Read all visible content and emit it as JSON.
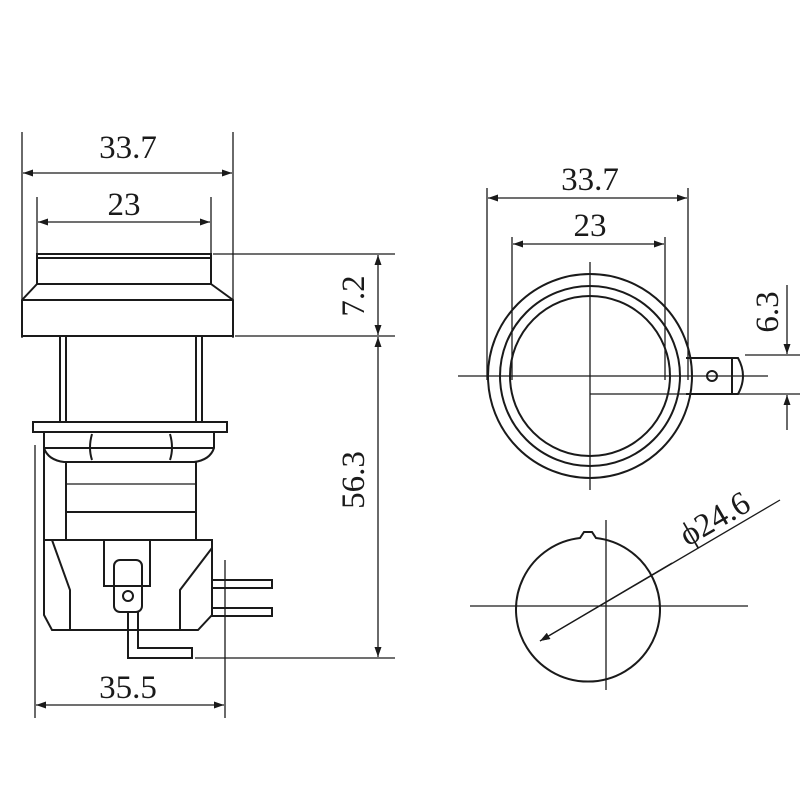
{
  "colors": {
    "line": "#1a1a1a",
    "background": "#ffffff"
  },
  "side_view": {
    "top_overall_width": "33.7",
    "top_cap_width": "23",
    "cap_height": "7.2",
    "body_height": "56.3",
    "base_width": "35.5"
  },
  "top_view": {
    "overall_width": "33.7",
    "inner_width": "23",
    "terminal_offset": "6.3"
  },
  "cutout_view": {
    "diameter": "ϕ24.6"
  }
}
